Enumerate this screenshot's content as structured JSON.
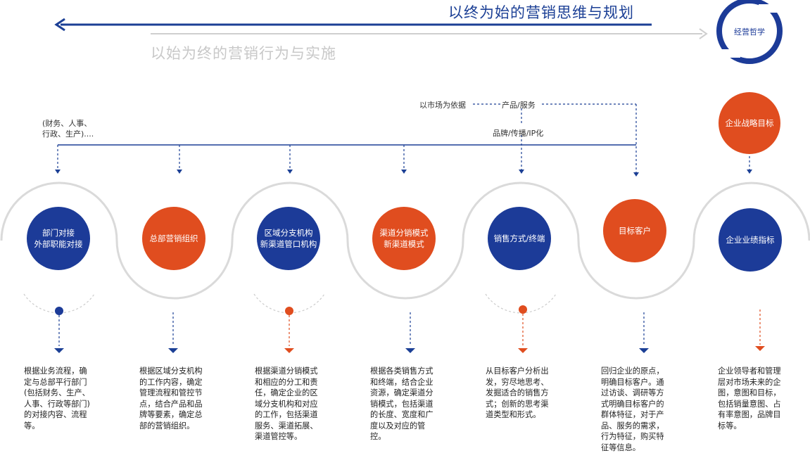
{
  "titles": {
    "main": "以终为始的营销思维与规划",
    "sub": "以始为终的营销行为与实施"
  },
  "philosophy": "经营哲学",
  "strategy": "企业战略目标",
  "top_labels": {
    "market": "以市场为依据",
    "product": "产品/服务",
    "brand": "品牌/传播/IP化",
    "departments": "(财务、人事、\n行政、生产)...."
  },
  "nodes": [
    {
      "label": "部门对接\n外部职能对接",
      "color": "#1c3b98",
      "desc": "根据业务流程，确定与总部平行部门(包括财务、生产、人事、行政等部门)的对接内容、流程等。"
    },
    {
      "label": "总部营销组织",
      "color": "#e04d1f",
      "desc": "根据区域分支机构的工作内容，确定管理流程和管控节点，结合产品和品牌等要素，确定总部的营销组织。"
    },
    {
      "label": "区域分支机构\n新渠道管口机构",
      "color": "#1c3b98",
      "desc": "根据渠道分销模式和相应的分工和责任，确定企业的区域分支机构和对应的工作，包括渠道服务、渠道拓展、渠道管控等。"
    },
    {
      "label": "渠道分销模式\n新渠道模式",
      "color": "#e04d1f",
      "desc": "根据各类销售方式和终端，结合企业资源，确定渠道分销模式，包括渠道的长度、宽度和广度以及对应的管控。"
    },
    {
      "label": "销售方式/终端",
      "color": "#1c3b98",
      "desc": "从目标客户分析出发，穷尽地思考、发掘适合的销售方式；创新的思考渠道类型和形式。"
    },
    {
      "label": "目标客户",
      "color": "#e04d1f",
      "desc": "回归企业的原点，明确目标客户。通过访谈、调研等方式明确目标客户的群体特征，对于产品、服务的需求，行为特征，购买特征等信息。"
    },
    {
      "label": "企业业绩指标",
      "color": "#1c3b98",
      "desc": "企业领导者和管理层对市场未来的企图，意图和目标，包括销量意图、占有率意图，品牌目标等。"
    }
  ],
  "colors": {
    "blue": "#1c3b98",
    "orange": "#e04d1f",
    "grey_line": "#d2d2d2",
    "arrow_blue": "#1b3f95",
    "arrow_grey": "#cccccc"
  }
}
